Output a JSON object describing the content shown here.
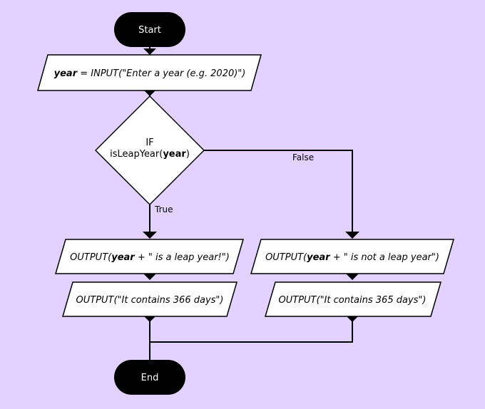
{
  "diagram": {
    "colors": {
      "background": "#e3d1ff",
      "terminal": "#000000",
      "box": "#ffffff",
      "line": "#000000"
    },
    "start": {
      "label": "Start"
    },
    "input": {
      "var": "year",
      "rest": " = INPUT(\"Enter a year (e.g. 2020)\")"
    },
    "decision": {
      "line1": "IF",
      "func_pre": "isLeapYear(",
      "var": "year",
      "func_post": ")"
    },
    "branch_true": {
      "label": "True"
    },
    "branch_false": {
      "label": "False"
    },
    "output_leap": {
      "pre": "OUTPUT(",
      "var": "year",
      "post": " + \" is a leap year!\")"
    },
    "output_leap_days": {
      "label": "OUTPUT(\"It contains 366 days\")"
    },
    "output_not_leap": {
      "pre": "OUTPUT(",
      "var": "year",
      "post": " + \" is not a leap year\")"
    },
    "output_not_leap_days": {
      "label": "OUTPUT(\"It contains 365 days\")"
    },
    "end": {
      "label": "End"
    }
  }
}
